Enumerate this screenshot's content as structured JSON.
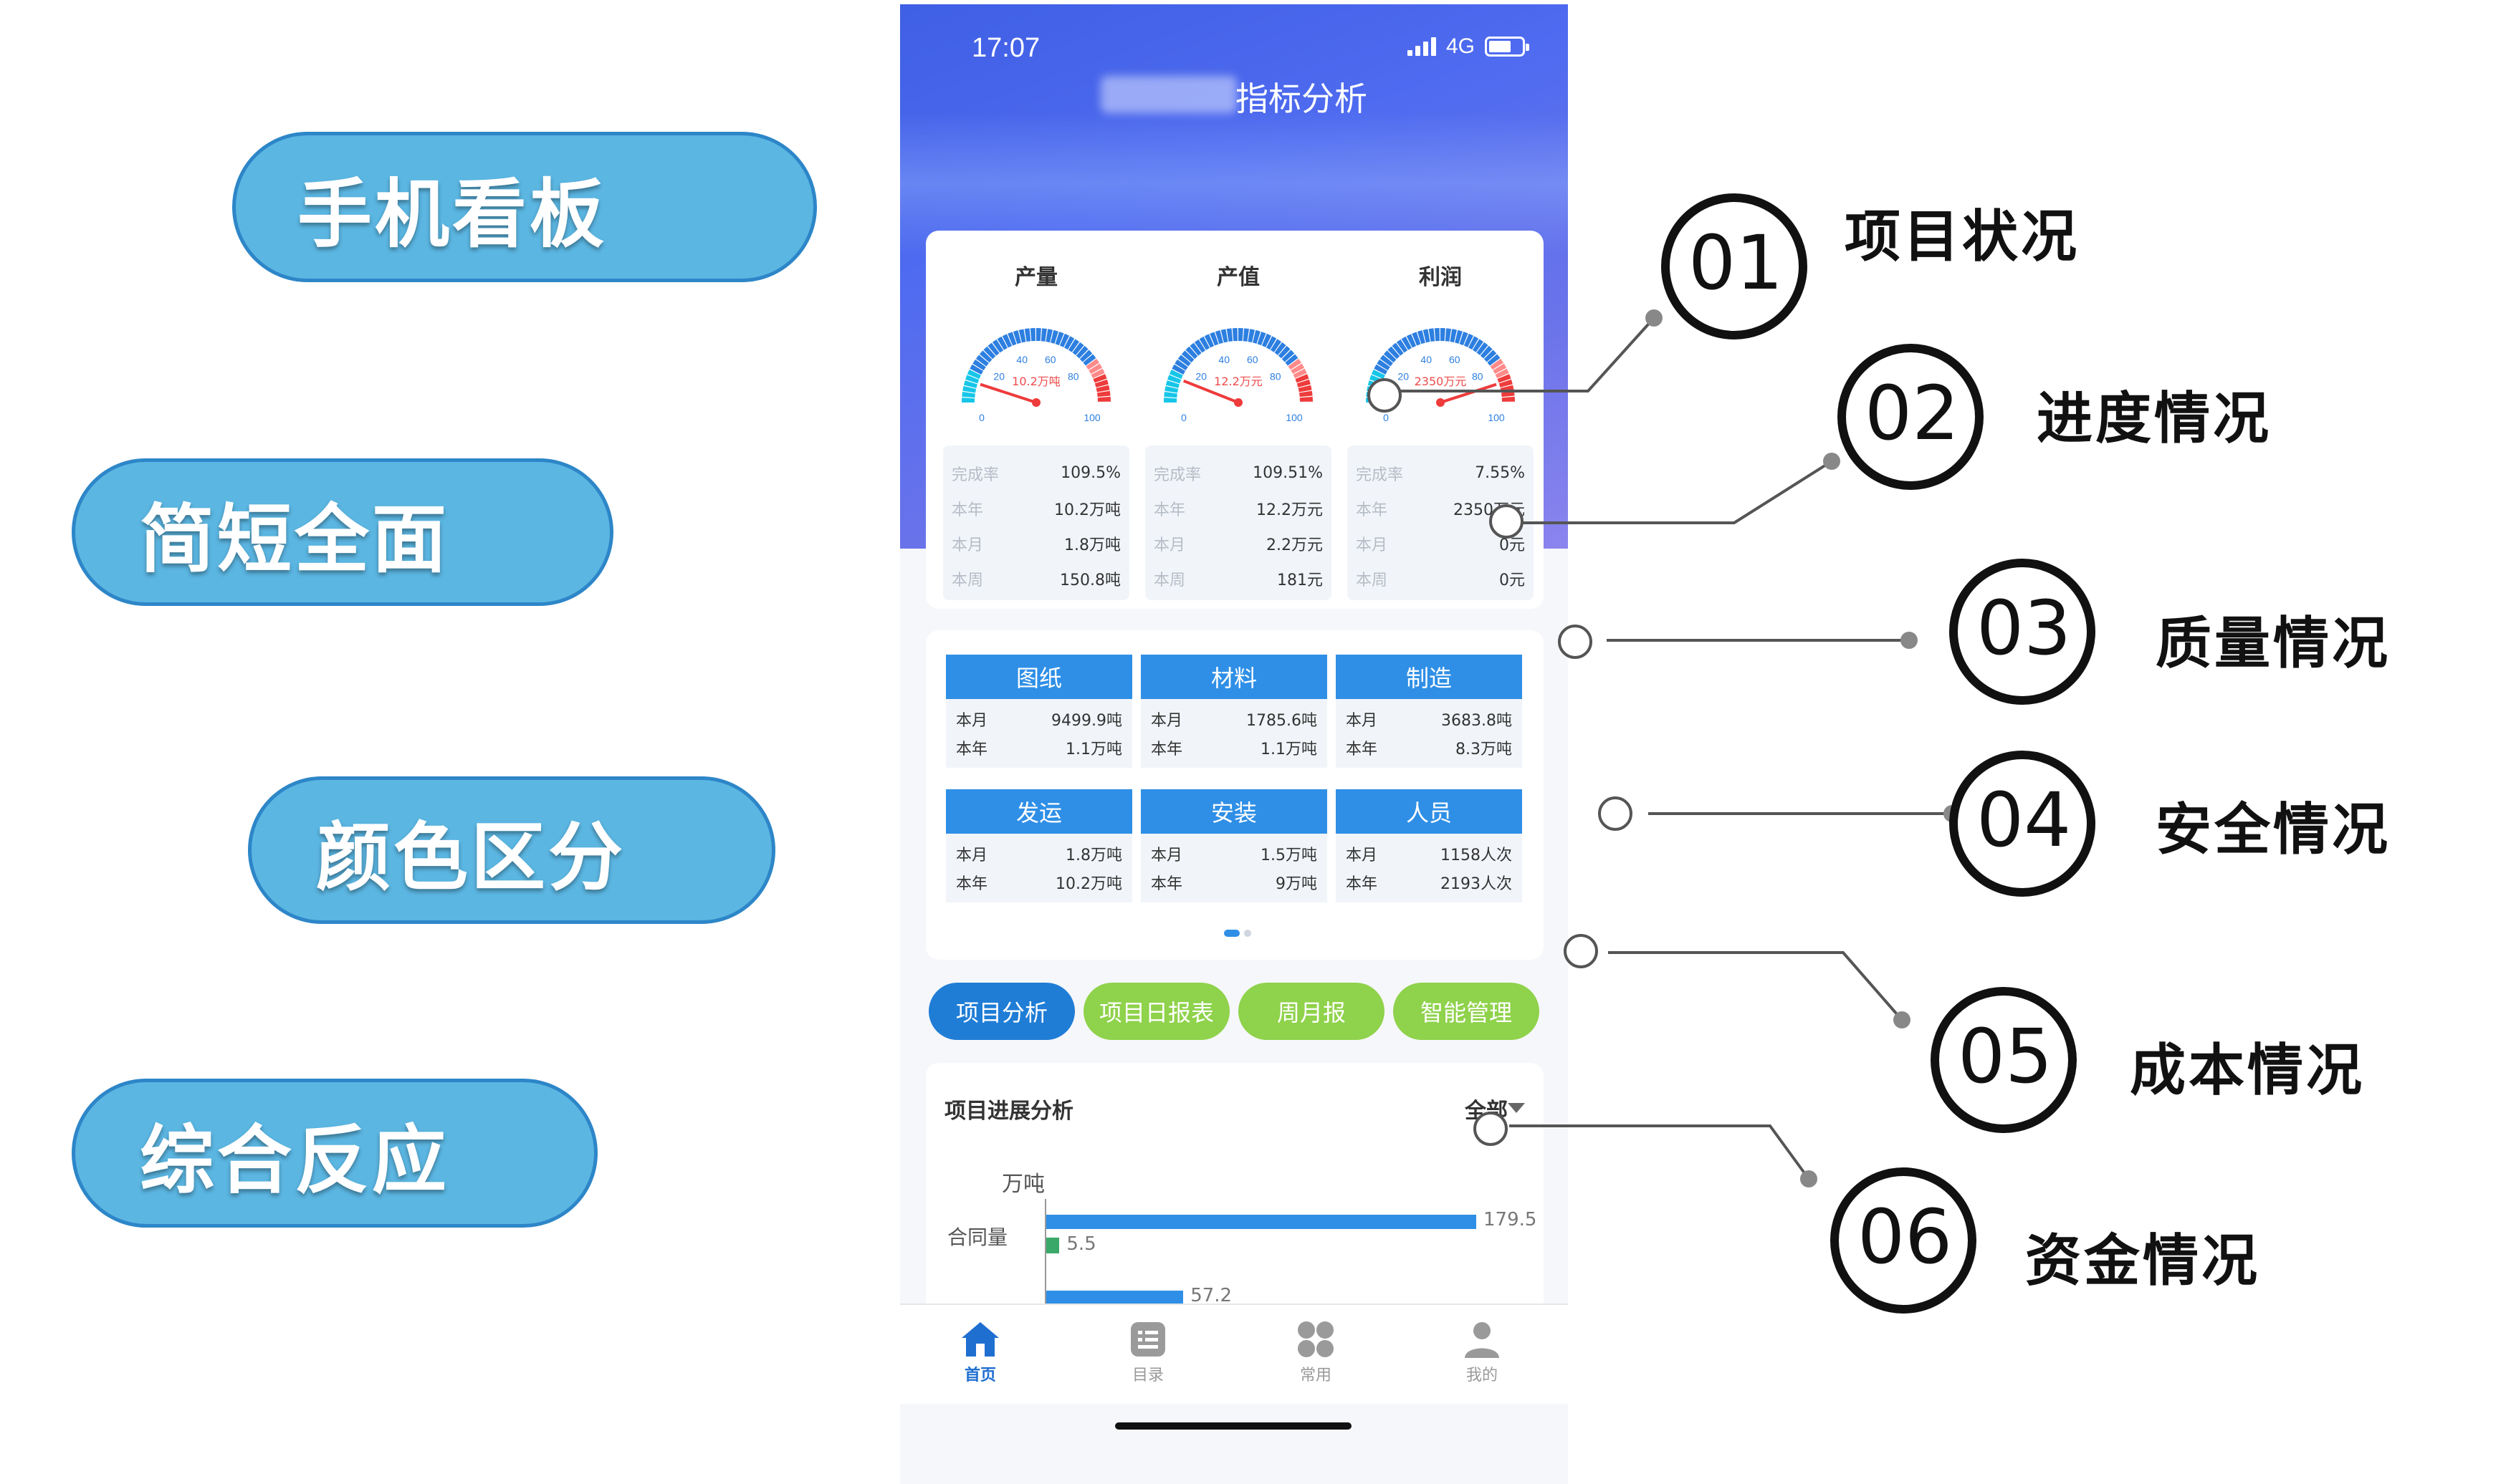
{
  "features": [
    {
      "label": "手机看板"
    },
    {
      "label": "简短全面"
    },
    {
      "label": "颜色区分"
    },
    {
      "label": "综合反应"
    }
  ],
  "phone": {
    "status": {
      "time": "17:07",
      "network": "4G"
    },
    "title": "指标分析",
    "gauges": [
      {
        "title": "产量",
        "center_value": "10.2万吨",
        "fraction": 0.1,
        "rows": [
          {
            "k": "完成率",
            "v": "109.5%"
          },
          {
            "k": "本年",
            "v": "10.2万吨"
          },
          {
            "k": "本月",
            "v": "1.8万吨"
          },
          {
            "k": "本周",
            "v": "150.8吨"
          }
        ]
      },
      {
        "title": "产值",
        "center_value": "12.2万元",
        "fraction": 0.12,
        "rows": [
          {
            "k": "完成率",
            "v": "109.51%"
          },
          {
            "k": "本年",
            "v": "12.2万元"
          },
          {
            "k": "本月",
            "v": "2.2万元"
          },
          {
            "k": "本周",
            "v": "181元"
          }
        ]
      },
      {
        "title": "利润",
        "center_value": "2350万元",
        "fraction": 0.9,
        "rows": [
          {
            "k": "完成率",
            "v": "7.55%"
          },
          {
            "k": "本年",
            "v": "2350万元"
          },
          {
            "k": "本月",
            "v": "0元"
          },
          {
            "k": "本周",
            "v": "0元"
          }
        ]
      }
    ],
    "gauge_ticks": {
      "t0": "0",
      "t20": "20",
      "t40": "40",
      "t60": "60",
      "t80": "80",
      "t100": "100"
    },
    "categories": [
      {
        "title": "图纸",
        "rows": [
          {
            "k": "本月",
            "v": "9499.9吨"
          },
          {
            "k": "本年",
            "v": "1.1万吨"
          }
        ]
      },
      {
        "title": "材料",
        "rows": [
          {
            "k": "本月",
            "v": "1785.6吨"
          },
          {
            "k": "本年",
            "v": "1.1万吨"
          }
        ]
      },
      {
        "title": "制造",
        "rows": [
          {
            "k": "本月",
            "v": "3683.8吨"
          },
          {
            "k": "本年",
            "v": "8.3万吨"
          }
        ]
      },
      {
        "title": "发运",
        "rows": [
          {
            "k": "本月",
            "v": "1.8万吨"
          },
          {
            "k": "本年",
            "v": "10.2万吨"
          }
        ]
      },
      {
        "title": "安装",
        "rows": [
          {
            "k": "本月",
            "v": "1.5万吨"
          },
          {
            "k": "本年",
            "v": "9万吨"
          }
        ]
      },
      {
        "title": "人员",
        "rows": [
          {
            "k": "本月",
            "v": "1158人次"
          },
          {
            "k": "本年",
            "v": "2193人次"
          }
        ]
      }
    ],
    "nav_buttons": [
      {
        "label": "项目分析",
        "color": "#1f7dd6"
      },
      {
        "label": "项目日报表",
        "color": "#8fd24b"
      },
      {
        "label": "周月报",
        "color": "#8fd24b"
      },
      {
        "label": "智能管理",
        "color": "#8fd24b"
      }
    ],
    "progress": {
      "title": "项目进展分析",
      "filter": "全部",
      "unit": "万吨",
      "category": "合同量",
      "bars": [
        {
          "value": 179.5,
          "label": "179.5",
          "color": "#2f8fe6"
        },
        {
          "value": 5.5,
          "label": "5.5",
          "color": "#3aa868"
        },
        {
          "value": 57.2,
          "label": "57.2",
          "color": "#2f8fe6"
        }
      ],
      "max": 179.5
    },
    "tabs": [
      {
        "label": "首页",
        "icon": "home-icon",
        "active": true
      },
      {
        "label": "目录",
        "icon": "list-icon",
        "active": false
      },
      {
        "label": "常用",
        "icon": "grid-icon",
        "active": false
      },
      {
        "label": "我的",
        "icon": "user-icon",
        "active": false
      }
    ]
  },
  "annotations": [
    {
      "num": "01",
      "label": "项目状况"
    },
    {
      "num": "02",
      "label": "进度情况"
    },
    {
      "num": "03",
      "label": "质量情况"
    },
    {
      "num": "04",
      "label": "安全情况"
    },
    {
      "num": "05",
      "label": "成本情况"
    },
    {
      "num": "06",
      "label": "资金情况"
    }
  ]
}
